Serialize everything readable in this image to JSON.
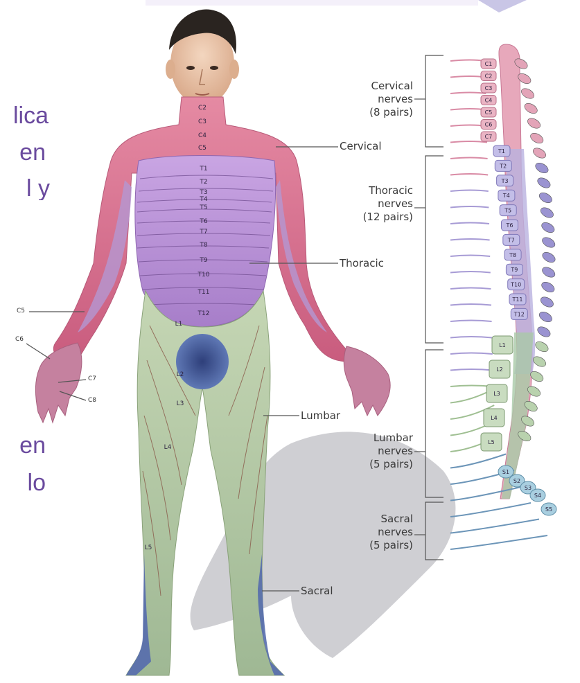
{
  "slide_text": [
    "lica",
    "en",
    "l y",
    "en",
    "lo"
  ],
  "regions": {
    "cervical": "Cervical",
    "thoracic": "Thoracic",
    "lumbar": "Lumbar",
    "sacral": "Sacral"
  },
  "groups": {
    "cervical": [
      "Cervical",
      "nerves",
      "(8 pairs)"
    ],
    "thoracic": [
      "Thoracic",
      "nerves",
      "(12 pairs)"
    ],
    "lumbar": [
      "Lumbar",
      "nerves",
      "(5 pairs)"
    ],
    "sacral": [
      "Sacral",
      "nerves",
      "(5 pairs)"
    ]
  },
  "hand_labels": {
    "c5": "C5",
    "c6": "C6",
    "c7": "C7",
    "c8": "C8"
  },
  "dermatome_labels": {
    "neck": [
      "C2",
      "C3",
      "C4",
      "C5"
    ],
    "torso": [
      "T1",
      "T2",
      "T3",
      "T4",
      "T5",
      "T6",
      "T7",
      "T8",
      "T9",
      "T10",
      "T11",
      "T12"
    ],
    "legs": [
      "L1",
      "L2",
      "L3",
      "L4",
      "L5"
    ]
  },
  "vertebrae": {
    "cervical": [
      "C1",
      "C2",
      "C3",
      "C4",
      "C5",
      "C6",
      "C7"
    ],
    "thoracic": [
      "T1",
      "T2",
      "T3",
      "T4",
      "T5",
      "T6",
      "T7",
      "T8",
      "T9",
      "T10",
      "T11",
      "T12"
    ],
    "lumbar": [
      "L1",
      "L2",
      "L3",
      "L4",
      "L5"
    ],
    "sacral": [
      "S1",
      "S2",
      "S3",
      "S4",
      "S5"
    ]
  },
  "colors": {
    "cervical": "#d96f8c",
    "thoracic": "#b88fd6",
    "lumbar": "#b5c9a4",
    "sacral": "#6f86c2",
    "skin": "#e9c7ae",
    "text_purple": "#6a4a9e"
  }
}
